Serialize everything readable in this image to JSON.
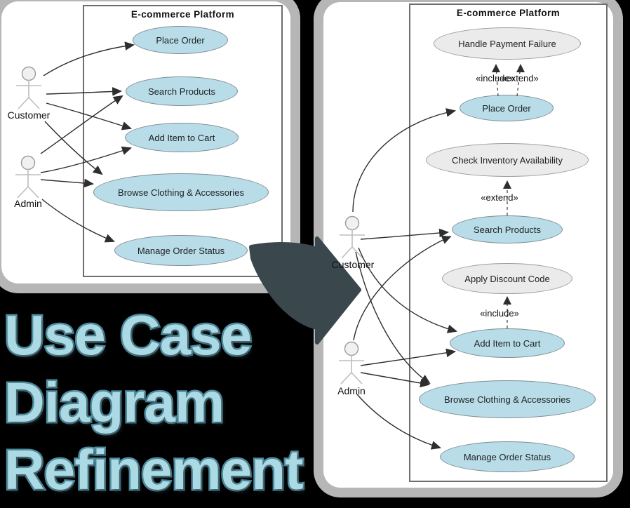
{
  "title_overlay": {
    "line1": "Use Case",
    "line2": "Diagram",
    "line3": "Refinement"
  },
  "colors": {
    "background": "#000000",
    "card": "#ffffff",
    "card_halo": "#b6b6b6",
    "usecase_fill": "#b8dde9",
    "refined_usecase_fill": "#ebebeb",
    "swoosh_arrow": "#3a474d",
    "title_fill": "#abd9e4",
    "title_stroke": "#4f8da0"
  },
  "before": {
    "frame_title": "E-commerce Platform",
    "actors": [
      {
        "name": "Customer"
      },
      {
        "name": "Admin"
      }
    ],
    "use_cases": [
      {
        "label": "Place Order"
      },
      {
        "label": "Search Products"
      },
      {
        "label": "Add Item to Cart"
      },
      {
        "label": "Browse Clothing & Accessories"
      },
      {
        "label": "Manage Order Status"
      }
    ],
    "associations": [
      "Customer-Place Order",
      "Customer-Search Products",
      "Customer-Add Item to Cart",
      "Customer-Browse Clothing & Accessories",
      "Admin-Search Products",
      "Admin-Add Item to Cart",
      "Admin-Browse Clothing & Accessories",
      "Admin-Manage Order Status"
    ]
  },
  "after": {
    "frame_title": "E-commerce Platform",
    "actors": [
      {
        "name": "Customer"
      },
      {
        "name": "Admin"
      }
    ],
    "use_cases": [
      {
        "label": "Handle Payment Failure",
        "refined": true
      },
      {
        "label": "Place Order",
        "refined": false
      },
      {
        "label": "Check Inventory Availability",
        "refined": true
      },
      {
        "label": "Search Products",
        "refined": false
      },
      {
        "label": "Apply Discount Code",
        "refined": true
      },
      {
        "label": "Add Item to Cart",
        "refined": false
      },
      {
        "label": "Browse Clothing & Accessories",
        "refined": false
      },
      {
        "label": "Manage Order Status",
        "refined": false
      }
    ],
    "stereotype_labels": {
      "payment_include": "«include»",
      "payment_extend": "«extend»",
      "inventory_extend": "«extend»",
      "discount_include": "«include»"
    }
  }
}
